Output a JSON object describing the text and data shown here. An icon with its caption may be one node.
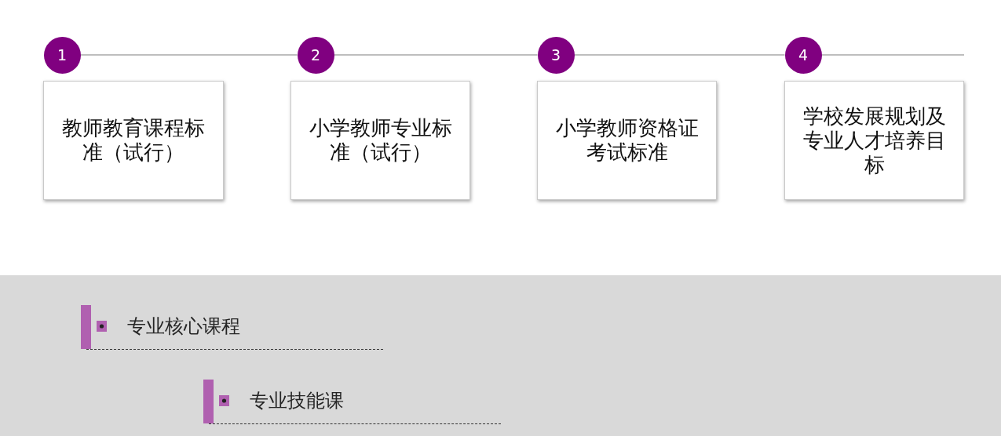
{
  "diagram": {
    "nodes": [
      {
        "text": [
          "1"
        ]
      },
      {
        "text": [
          "2"
        ]
      },
      {
        "text": [
          "3"
        ]
      },
      {
        "text": [
          "4"
        ]
      },
      {
        "text": [
          "教师教育课程标准（试行）"
        ]
      },
      {
        "text": [
          "小学教师专业标准（试行）"
        ]
      },
      {
        "text": [
          "小学教师资格证考试标准"
        ]
      },
      {
        "text": [
          "学校发展规划及专业人才培养目标"
        ]
      }
    ],
    "edges": [
      {
        "from": 0,
        "to": 1,
        "arrow": "none"
      },
      {
        "from": 1,
        "to": 2,
        "arrow": "none"
      },
      {
        "from": 2,
        "to": 3,
        "arrow": "none"
      },
      {
        "from": 3,
        "to": null,
        "arrow": "none"
      }
    ],
    "labels": [
      "专业核心课程",
      "专业技能课"
    ]
  }
}
